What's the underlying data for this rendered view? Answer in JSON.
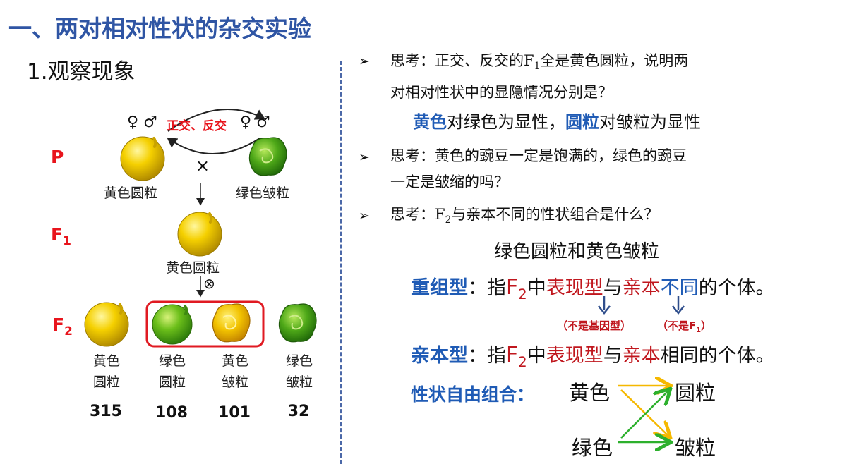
{
  "title": "一、两对相对性状的杂交实验",
  "subtitle": "1.观察现象",
  "left": {
    "cross_label": "正交、反交",
    "female_symbol": "♀",
    "male_symbol": "♂",
    "cross_symbol": "×",
    "self_symbol": "⊗",
    "gen_p": "P",
    "gen_f1_base": "F",
    "gen_f1_sub": "1",
    "gen_f2_base": "F",
    "gen_f2_sub": "2",
    "p_left_label": "黄色圆粒",
    "p_right_label": "绿色皱粒",
    "f1_label": "黄色圆粒",
    "f2": [
      {
        "line1": "黄色",
        "line2": "圆粒",
        "count": "315"
      },
      {
        "line1": "绿色",
        "line2": "圆粒",
        "count": "108"
      },
      {
        "line1": "黄色",
        "line2": "皱粒",
        "count": "101"
      },
      {
        "line1": "绿色",
        "line2": "皱粒",
        "count": "32"
      }
    ]
  },
  "right": {
    "bullet": "➢",
    "q1_a": "思考：正交、反交的F",
    "q1_sub": "1",
    "q1_b": "全是黄色圆粒，说明两",
    "q1_line2": "对相对性状中的显隐情况分别是？",
    "a1_yellow": "黄色",
    "a1_mid": "对绿色为显性，",
    "a1_round": "圆粒",
    "a1_end": "对皱粒为显性",
    "q2_line1": "思考：黄色的豌豆一定是饱满的，绿色的豌豆",
    "q2_line2": "一定是皱缩的吗？",
    "q3_a": "思考：F",
    "q3_sub": "2",
    "q3_b": "与亲本不同的性状组合是什么？",
    "a3": "绿色圆粒和黄色皱粒",
    "recomb_label": "重组型",
    "recomb_colon": "：指",
    "f_base": "F",
    "f_sub": "2",
    "zhong": "中",
    "phenotype": "表现型",
    "yu": "与",
    "parent": "亲本",
    "butong": "不同",
    "recomb_end": "的个体。",
    "note1": "（不是基因型）",
    "note2_a": "（不是F",
    "note2_sub": "1",
    "note2_b": "）",
    "parental_label": "亲本型",
    "xiangtong": "相同",
    "free_label": "性状自由组合：",
    "w_yellow": "黄色",
    "w_round": "圆粒",
    "w_green": "绿色",
    "w_wrinkled": "皱粒"
  },
  "colors": {
    "title": "#2F55A4",
    "red": "#E8141C",
    "blue": "#1F5BB5",
    "orange_arrow": "#F5B800",
    "green_arrow": "#2DB02D",
    "divider": "#4B68A8"
  }
}
